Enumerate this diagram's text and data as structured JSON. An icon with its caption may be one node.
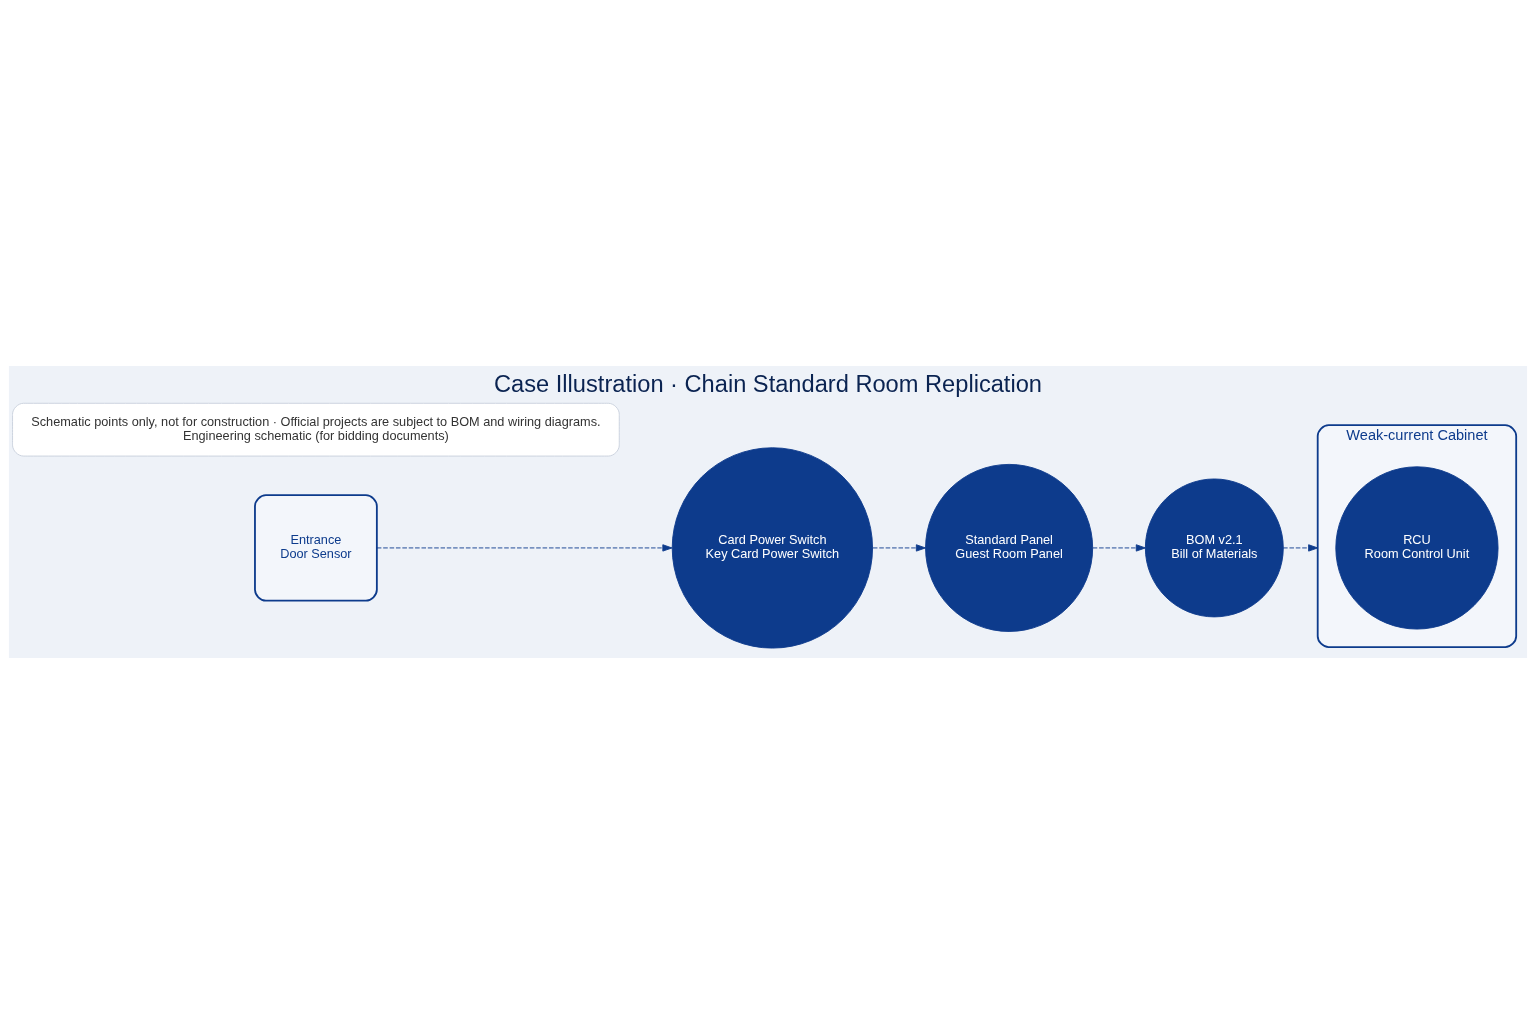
{
  "diagram": {
    "title": "Case Illustration · Chain Standard Room Replication",
    "nodes": [
      {
        "text": [
          "Entrance",
          "Door Sensor"
        ]
      },
      {
        "text": [
          "Card Power Switch",
          "Key Card Power Switch"
        ]
      },
      {
        "text": [
          "Standard Panel",
          "Guest Room Panel"
        ]
      },
      {
        "text": [
          "BOM v2.1",
          "Bill of Materials"
        ]
      },
      {
        "text": [
          "Weak-current Cabinet"
        ]
      },
      {
        "text": [
          "RCU",
          "Room Control Unit"
        ],
        "in": 4
      },
      {
        "text": [
          "Schematic points only, not for construction · Official projects are subject to BOM and wiring diagrams.",
          "Engineering schematic (for bidding documents)"
        ]
      }
    ],
    "edges": [
      {
        "from": 0,
        "to": 1,
        "arrow": "to",
        "style": "dashed"
      },
      {
        "from": 1,
        "to": 2,
        "arrow": "to",
        "style": "dashed"
      },
      {
        "from": 2,
        "to": 3,
        "arrow": "to",
        "style": "dashed"
      },
      {
        "from": 3,
        "to": 4,
        "arrow": "to",
        "style": "dashed"
      }
    ]
  }
}
